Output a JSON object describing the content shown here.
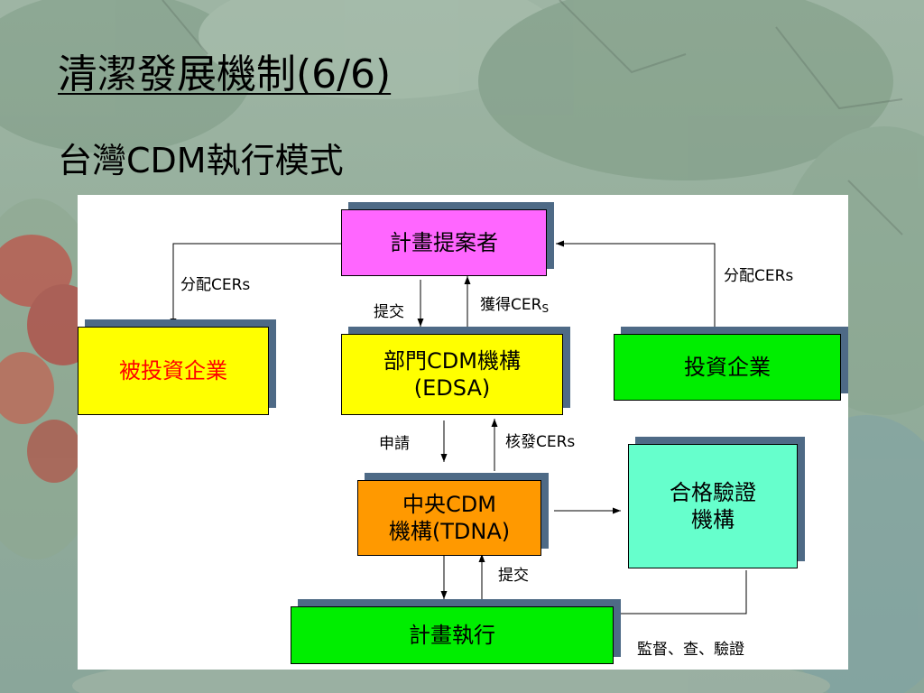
{
  "slide": {
    "title": "清潔發展機制(6/6)",
    "subtitle": "台灣CDM執行模式"
  },
  "colors": {
    "magenta": "#ff66ff",
    "yellow": "#ffff00",
    "green": "#00ee00",
    "orange": "#ff9900",
    "aqua": "#66ffcc",
    "shadow": "#4e6a86",
    "red_text": "#ff0000"
  },
  "diagram": {
    "nodes": {
      "proposer": {
        "label": "計畫提案者"
      },
      "invested": {
        "label": "被投資企業"
      },
      "edsa": {
        "line1": "部門CDM機構",
        "line2": "(EDSA)"
      },
      "investor": {
        "label": "投資企業"
      },
      "tdna": {
        "line1": "中央CDM",
        "line2": "機構(TDNA)"
      },
      "verifier": {
        "line1": "合格驗證",
        "line2": "機構"
      },
      "execution": {
        "label": "計畫執行"
      }
    },
    "edge_labels": {
      "alloc_left": "分配CERs",
      "alloc_right": "分配CERs",
      "submit_top": "提交",
      "obtain_main": "獲得CER",
      "obtain_sub": "S",
      "apply": "申請",
      "issue": "核發CERs",
      "submit_bottom": "提交",
      "monitor": "監督、查、驗證"
    }
  }
}
